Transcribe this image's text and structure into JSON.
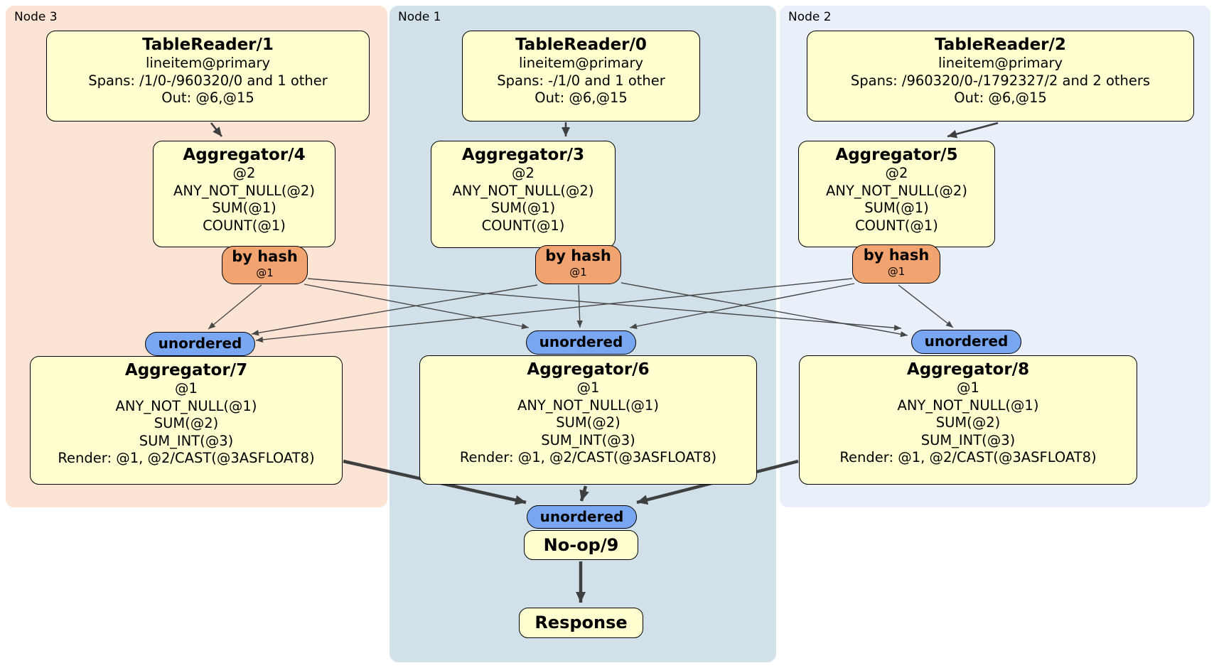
{
  "node_groups": [
    {
      "label": "Node 3"
    },
    {
      "label": "Node 1"
    },
    {
      "label": "Node 2"
    }
  ],
  "processors": {
    "tr1": {
      "title": "TableReader/1",
      "lines": [
        "lineitem@primary",
        "Spans: /1/0-/960320/0 and 1 other",
        "Out: @6,@15"
      ]
    },
    "tr0": {
      "title": "TableReader/0",
      "lines": [
        "lineitem@primary",
        "Spans: -/1/0 and 1 other",
        "Out: @6,@15"
      ]
    },
    "tr2": {
      "title": "TableReader/2",
      "lines": [
        "lineitem@primary",
        "Spans: /960320/0-/1792327/2 and 2 others",
        "Out: @6,@15"
      ]
    },
    "agg4": {
      "title": "Aggregator/4",
      "lines": [
        "@2",
        "ANY_NOT_NULL(@2)",
        "SUM(@1)",
        "COUNT(@1)"
      ]
    },
    "agg3": {
      "title": "Aggregator/3",
      "lines": [
        "@2",
        "ANY_NOT_NULL(@2)",
        "SUM(@1)",
        "COUNT(@1)"
      ]
    },
    "agg5": {
      "title": "Aggregator/5",
      "lines": [
        "@2",
        "ANY_NOT_NULL(@2)",
        "SUM(@1)",
        "COUNT(@1)"
      ]
    },
    "agg7": {
      "title": "Aggregator/7",
      "lines": [
        "@1",
        "ANY_NOT_NULL(@1)",
        "SUM(@2)",
        "SUM_INT(@3)",
        "Render: @1, @2/CAST(@3ASFLOAT8)"
      ]
    },
    "agg6": {
      "title": "Aggregator/6",
      "lines": [
        "@1",
        "ANY_NOT_NULL(@1)",
        "SUM(@2)",
        "SUM_INT(@3)",
        "Render: @1, @2/CAST(@3ASFLOAT8)"
      ]
    },
    "agg8": {
      "title": "Aggregator/8",
      "lines": [
        "@1",
        "ANY_NOT_NULL(@1)",
        "SUM(@2)",
        "SUM_INT(@3)",
        "Render: @1, @2/CAST(@3ASFLOAT8)"
      ]
    },
    "noop": {
      "title": "No-op/9"
    },
    "response": {
      "title": "Response"
    }
  },
  "router": {
    "label": "by hash",
    "sub": "@1"
  },
  "sync": {
    "label": "unordered"
  },
  "colors": {
    "node3_bg": "#fce4d4",
    "node1_bg": "#d2e1e9",
    "node2_bg": "#eaf0fa",
    "box_fill": "#ffffcf",
    "router_fill": "#f2a470",
    "sync_fill": "#78a6f0",
    "edge": "#474747"
  }
}
